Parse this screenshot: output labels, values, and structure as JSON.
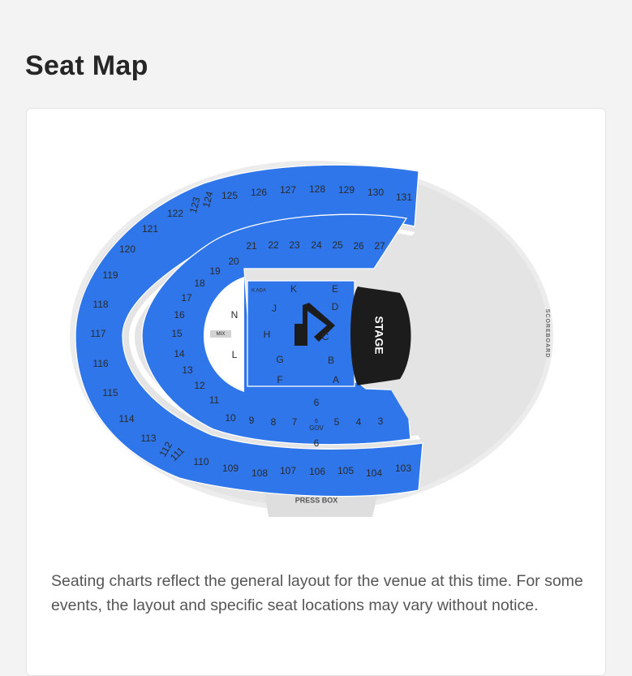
{
  "page_title": "Seat Map",
  "disclaimer": "Seating charts reflect the general layout for the venue at this time. For some events, the layout and specific seat locations may vary without notice.",
  "colors": {
    "available_section": "#2f76ea",
    "unavailable_area": "#e6e6e6",
    "stage": "#1c1c1c"
  },
  "venue": {
    "stage_label": "STAGE",
    "press_box_label": "PRESS BOX",
    "scoreboard_label": "SCOREBOARD",
    "mix_label": "MIX"
  },
  "sections": {
    "upper": [
      "103",
      "104",
      "105",
      "106",
      "107",
      "108",
      "109",
      "110",
      "111",
      "112",
      "113",
      "114",
      "115",
      "116",
      "117",
      "118",
      "119",
      "120",
      "121",
      "122",
      "123",
      "124",
      "125",
      "126",
      "127",
      "128",
      "129",
      "130",
      "131"
    ],
    "lower": [
      "3",
      "4",
      "5",
      "6",
      "7",
      "8",
      "9",
      "10",
      "11",
      "12",
      "13",
      "14",
      "15",
      "16",
      "17",
      "18",
      "19",
      "20",
      "21",
      "22",
      "23",
      "24",
      "25",
      "26",
      "27"
    ],
    "floor": [
      "K ADA",
      "K",
      "E",
      "J",
      "D",
      "N",
      "H",
      "C",
      "L",
      "G",
      "B",
      "F",
      "A"
    ],
    "gov_label": "GOV",
    "gov_section": "6"
  }
}
